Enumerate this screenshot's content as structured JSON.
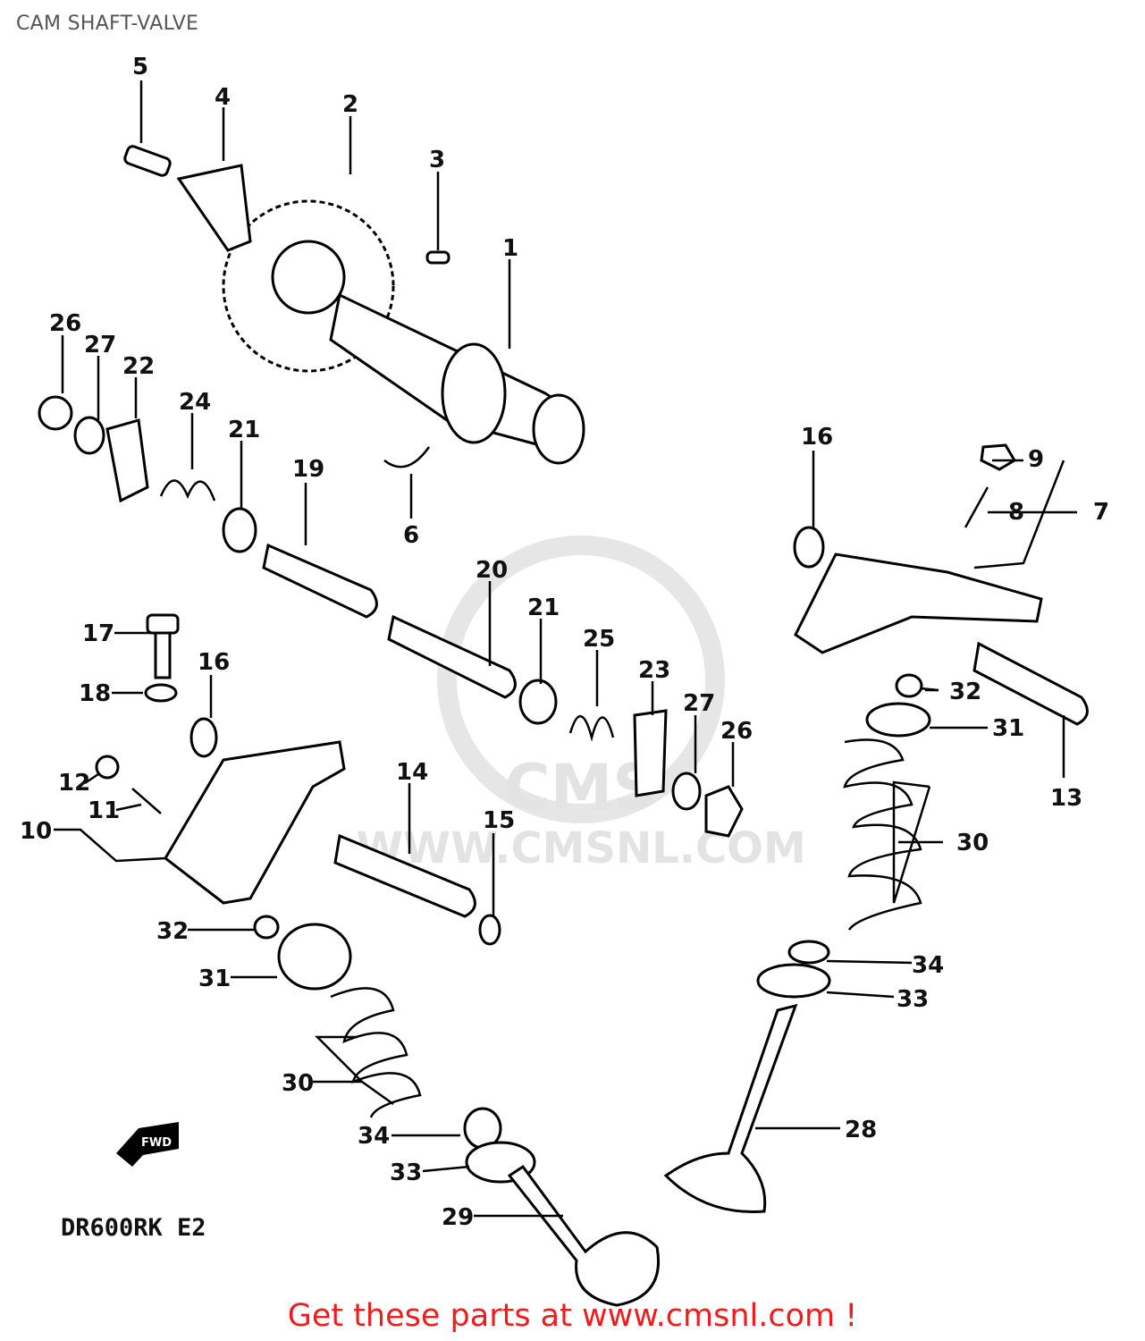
{
  "page": {
    "title": "CAM SHAFT-VALVE",
    "footer": "Get these parts at www.cmsnl.com !",
    "watermark": "WWW.CMSNL.COM",
    "watermark_logo": "CMS",
    "model_code": "DR600RK E2",
    "fwd_label": "FWD"
  },
  "callouts": [
    "5",
    "4",
    "2",
    "3",
    "1",
    "26",
    "27",
    "22",
    "24",
    "21",
    "19",
    "6",
    "16",
    "9",
    "8",
    "7",
    "20",
    "21",
    "25",
    "23",
    "27",
    "26",
    "17",
    "16",
    "18",
    "12",
    "11",
    "10",
    "14",
    "15",
    "32",
    "31",
    "13",
    "30",
    "32",
    "31",
    "30",
    "34",
    "33",
    "28",
    "34",
    "33",
    "29"
  ],
  "colors": {
    "footer": "#ee1c1c",
    "title": "#555555",
    "watermark": "#e3e3e3"
  }
}
